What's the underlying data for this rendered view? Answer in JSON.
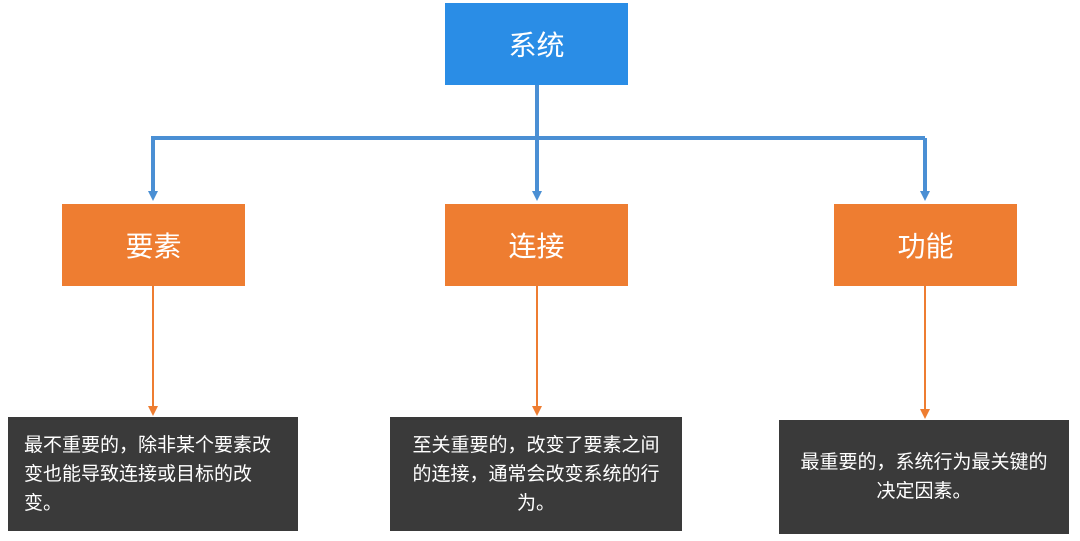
{
  "root": {
    "label": "系统"
  },
  "categories": [
    {
      "label": "要素",
      "description": "最不重要的，除非某个要素改变也能导致连接或目标的改变。"
    },
    {
      "label": "连接",
      "description": "至关重要的，改变了要素之间的连接，通常会改变系统的行为。"
    },
    {
      "label": "功能",
      "description": "最重要的，系统行为最关键的决定因素。"
    }
  ],
  "colors": {
    "root_fill": "#2a8de6",
    "root_connector": "#4a8fd4",
    "category_fill": "#ee7d31",
    "category_connector": "#ee7d31",
    "description_fill": "#3a3a3a",
    "text": "#ffffff"
  }
}
